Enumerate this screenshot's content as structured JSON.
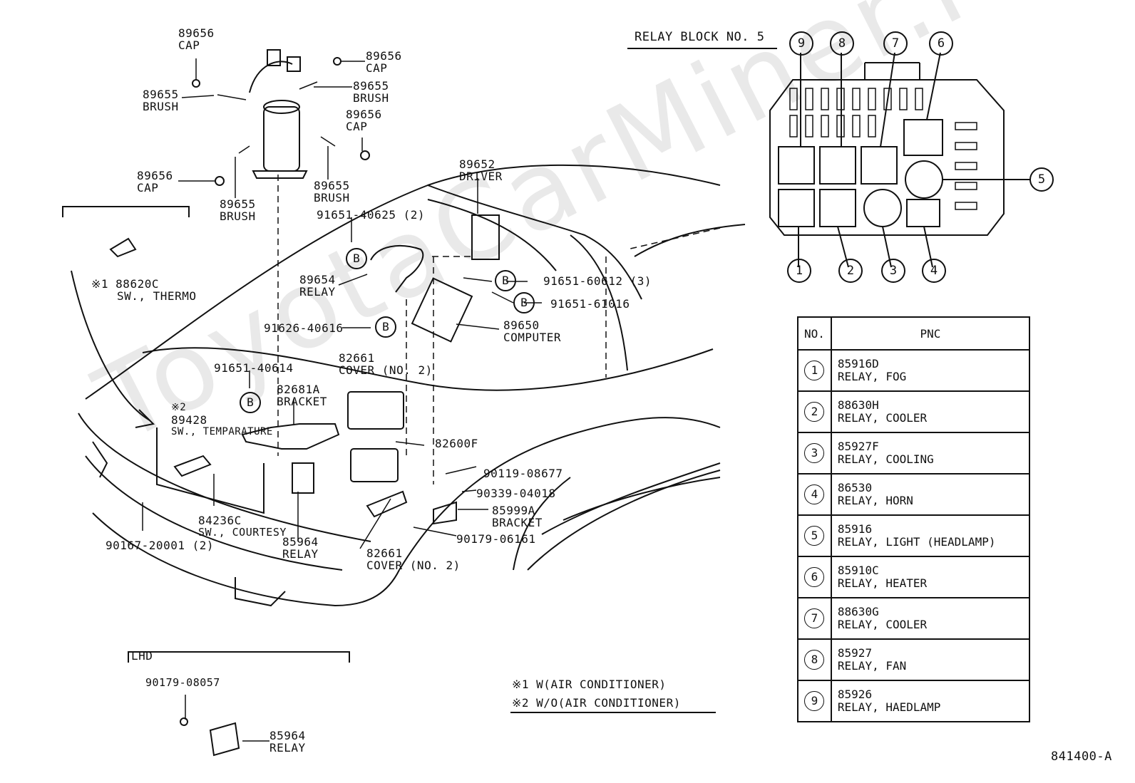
{
  "watermark": "ToyotaCarMiner.ru",
  "relay_block": {
    "title": "RELAY BLOCK NO. 5",
    "slots_top": [
      "9",
      "8",
      "7",
      "6"
    ],
    "slots_right": [
      "5"
    ],
    "slots_bottom": [
      "1",
      "2",
      "3",
      "4"
    ]
  },
  "table": {
    "header_no": "NO.",
    "header_pnc": "PNC",
    "rows": [
      {
        "no": "1",
        "pnc": "85916D",
        "desc": "RELAY, FOG"
      },
      {
        "no": "2",
        "pnc": "88630H",
        "desc": "RELAY, COOLER"
      },
      {
        "no": "3",
        "pnc": "85927F",
        "desc": "RELAY, COOLING"
      },
      {
        "no": "4",
        "pnc": "86530",
        "desc": "RELAY, HORN"
      },
      {
        "no": "5",
        "pnc": "85916",
        "desc": "RELAY, LIGHT (HEADLAMP)"
      },
      {
        "no": "6",
        "pnc": "85910C",
        "desc": "RELAY, HEATER"
      },
      {
        "no": "7",
        "pnc": "88630G",
        "desc": "RELAY, COOLER"
      },
      {
        "no": "8",
        "pnc": "85927",
        "desc": "RELAY, FAN"
      },
      {
        "no": "9",
        "pnc": "85926",
        "desc": "RELAY, HAEDLAMP"
      }
    ]
  },
  "labels": {
    "cap1": [
      "89656",
      "CAP"
    ],
    "cap2": [
      "89656",
      "CAP"
    ],
    "cap3": [
      "89656",
      "CAP"
    ],
    "cap4": [
      "89656",
      "CAP"
    ],
    "brush1": [
      "89655",
      "BRUSH"
    ],
    "brush2": [
      "89655",
      "BRUSH"
    ],
    "brush3": [
      "89655",
      "BRUSH"
    ],
    "brush4": [
      "89655",
      "BRUSH"
    ],
    "driver": [
      "89652",
      "DRIVER"
    ],
    "bolt_40625": "91651-40625 (2)",
    "relay_89654": [
      "89654",
      "RELAY"
    ],
    "bolt_60612": "91651-60612 (3)",
    "bolt_61016": "91651-61016",
    "computer": [
      "89650",
      "COMPUTER"
    ],
    "bolt_40616": "91626-40616",
    "bolt_40614": "91651-40614",
    "cover_top": [
      "82661",
      "COVER (NO. 2)"
    ],
    "bracket_82681": [
      "82681A",
      "BRACKET"
    ],
    "sw_thermo": [
      "※1 88620C",
      "SW., THERMO"
    ],
    "sw_temp": [
      "※2",
      "89428",
      "SW., TEMPARATURE"
    ],
    "item_82600f": "82600F",
    "bolt_08677": "90119-08677",
    "bolt_04018": "90339-04018",
    "bracket_85999": [
      "85999A",
      "BRACKET"
    ],
    "bolt_06161": "90179-06161",
    "sw_courtesy": [
      "84236C",
      "SW., COURTESY"
    ],
    "bolt_20001": "90167-20001 (2)",
    "relay_85964": [
      "85964",
      "RELAY"
    ],
    "cover_bottom": [
      "82661",
      "COVER (NO. 2)"
    ],
    "lhd": "LHD",
    "bolt_08057": "90179-08057",
    "relay_lhd": [
      "85964",
      "RELAY"
    ],
    "callout_b": "B",
    "note1": "※1 W(AIR CONDITIONER)",
    "note2": "※2 W/O(AIR CONDITIONER)",
    "figure_no": "841400-A"
  }
}
